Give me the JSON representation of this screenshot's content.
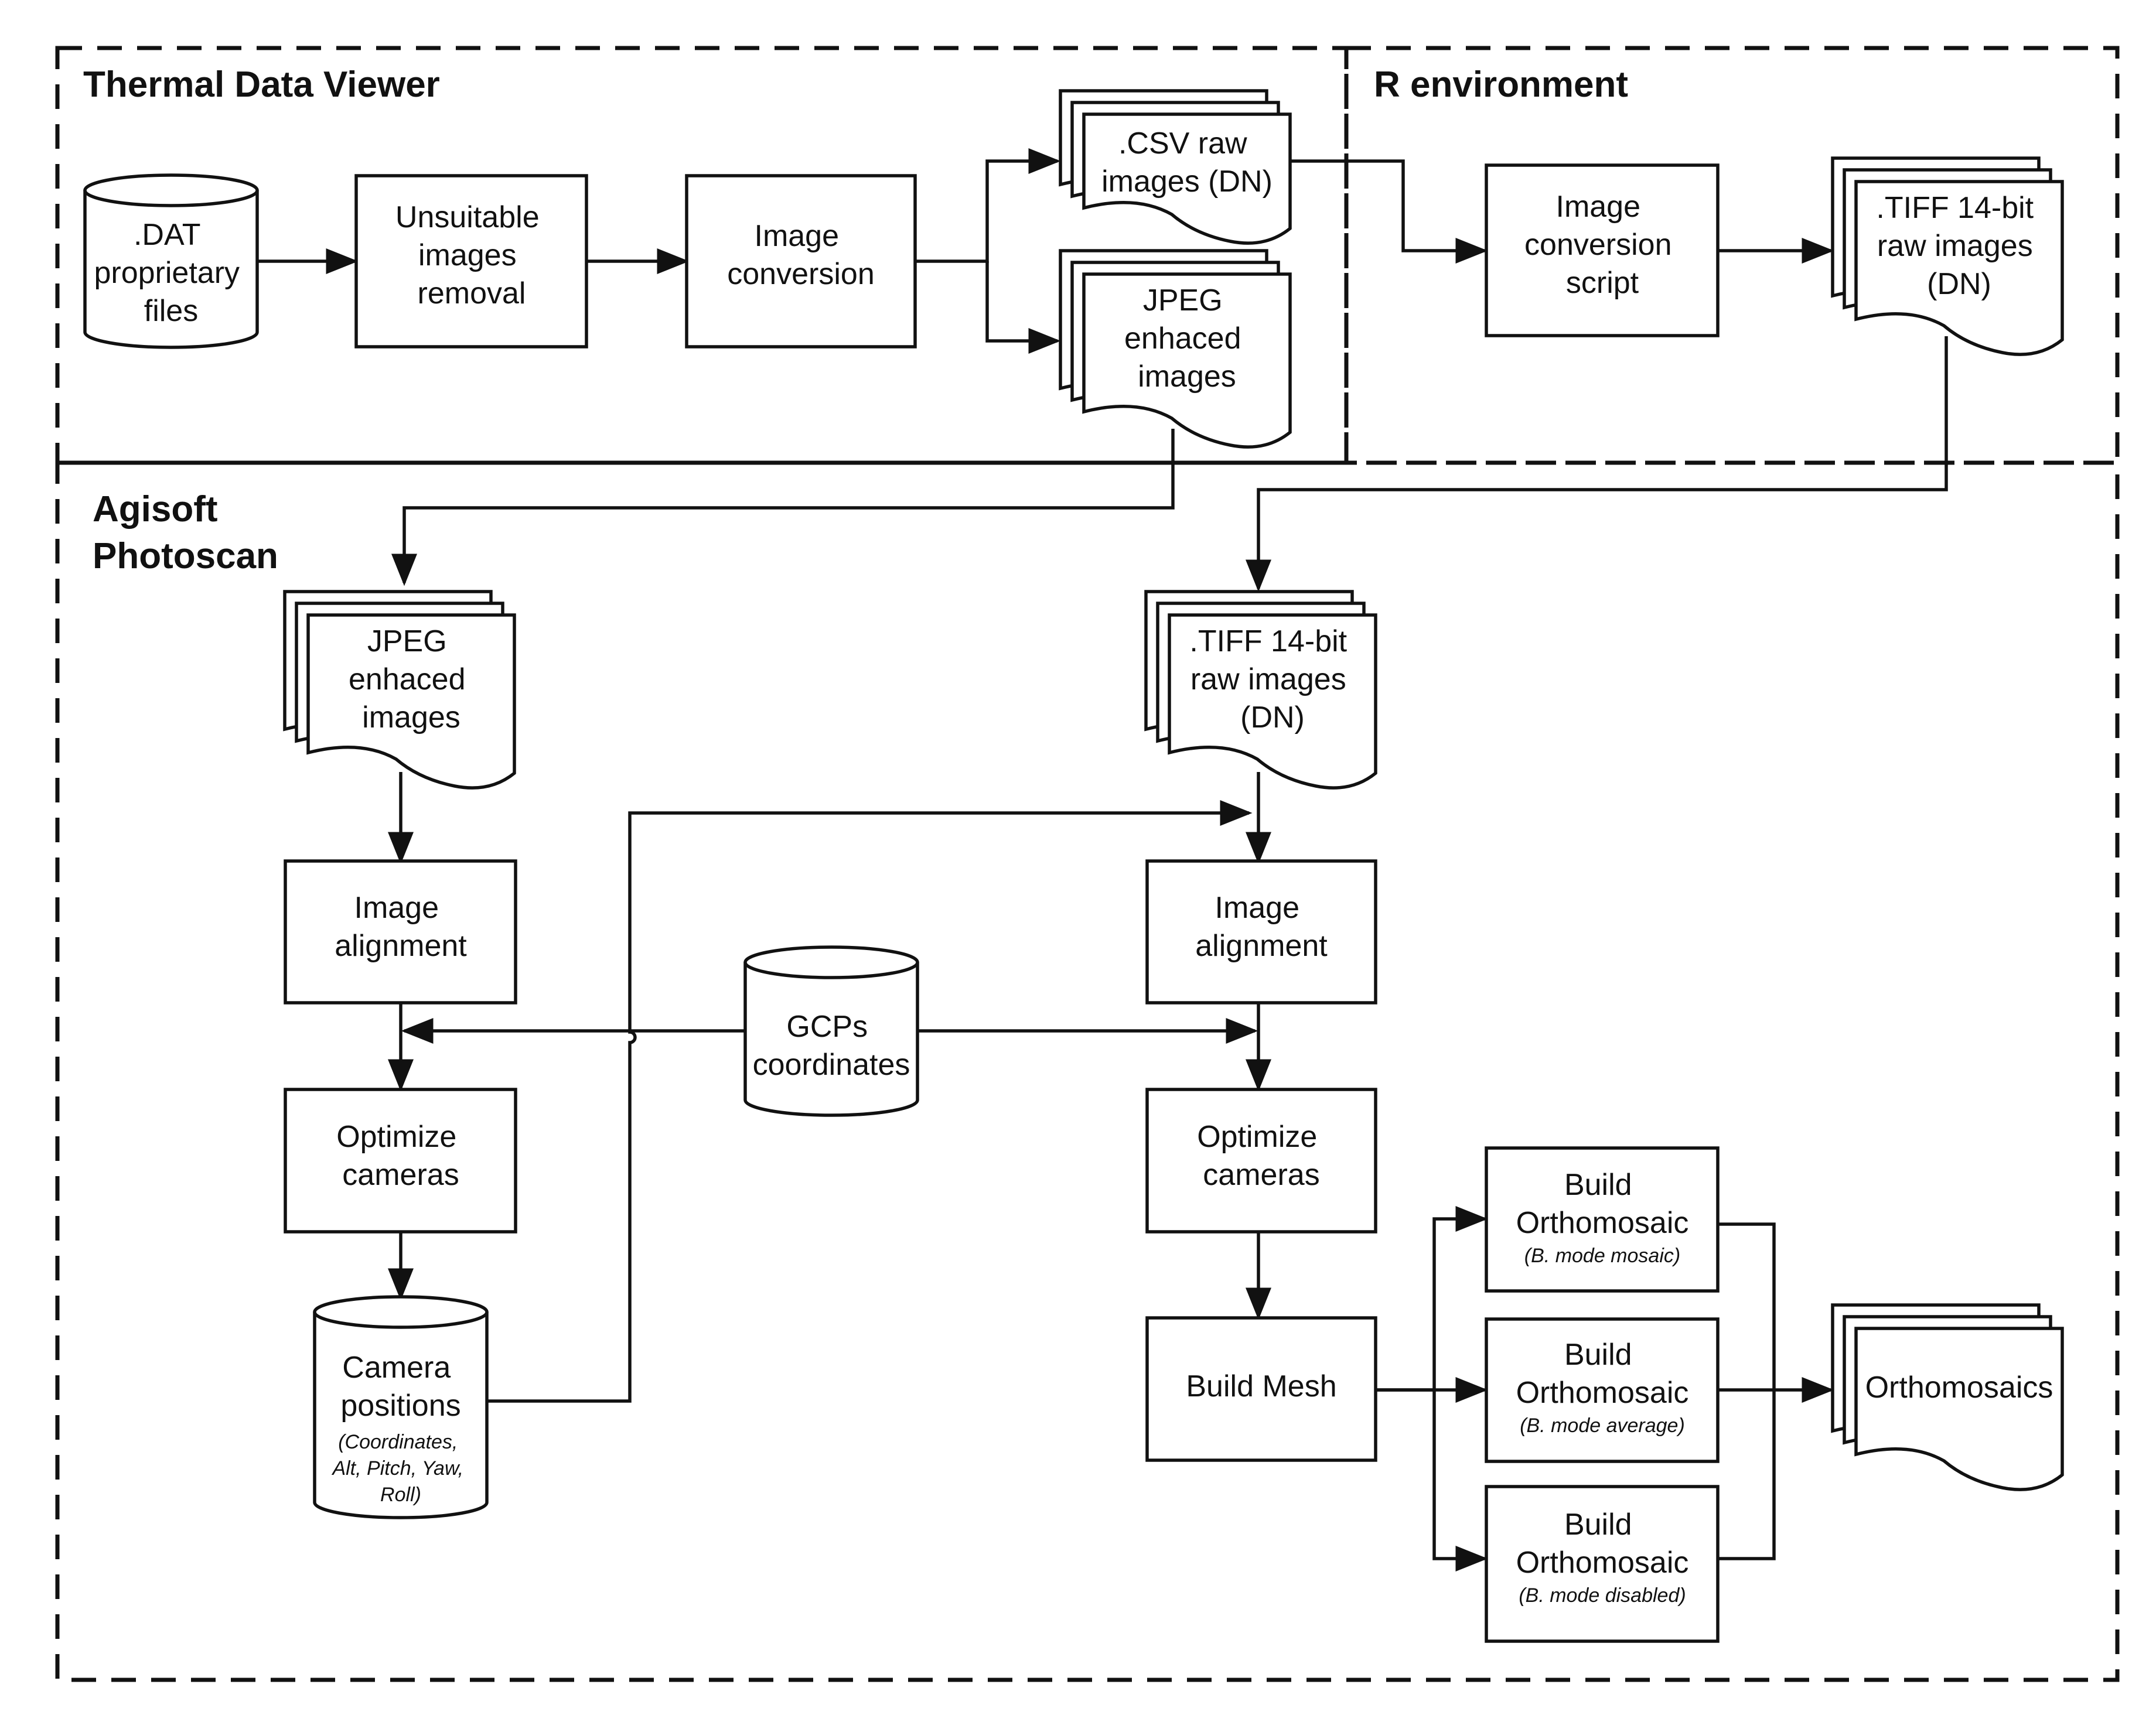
{
  "regions": {
    "thermal": "Thermal Data Viewer",
    "r_env": "R environment",
    "agisoft": [
      "Agisoft",
      "Photoscan"
    ]
  },
  "nodes": {
    "dat": [
      ".DAT",
      "proprietary",
      "files"
    ],
    "unsuitable": [
      "Unsuitable",
      "images",
      "removal"
    ],
    "conversion": [
      "Image",
      "conversion"
    ],
    "csv": [
      ".CSV raw",
      "images (DN)"
    ],
    "jpeg_top": [
      "JPEG",
      "enhaced",
      "images"
    ],
    "conv_script": [
      "Image",
      "conversion",
      "script"
    ],
    "tiff_top": [
      ".TIFF 14-bit",
      "raw images",
      "(DN)"
    ],
    "jpeg_left": [
      "JPEG",
      "enhaced",
      "images"
    ],
    "tiff_mid": [
      ".TIFF 14-bit",
      "raw images",
      "(DN)"
    ],
    "align_left": [
      "Image",
      "alignment"
    ],
    "align_right": [
      "Image",
      "alignment"
    ],
    "gcps": [
      "GCPs",
      "coordinates"
    ],
    "opt_left": [
      "Optimize",
      "cameras"
    ],
    "opt_right": [
      "Optimize",
      "cameras"
    ],
    "camera_pos": [
      "Camera",
      "positions"
    ],
    "camera_pos_note": [
      "(Coordinates,",
      "Alt, Pitch, Yaw,",
      "Roll)"
    ],
    "mesh": [
      "Build Mesh"
    ],
    "ortho1": [
      "Build",
      "Orthomosaic"
    ],
    "ortho1_note": "(B. mode mosaic)",
    "ortho2": [
      "Build",
      "Orthomosaic"
    ],
    "ortho2_note": "(B. mode average)",
    "ortho3": [
      "Build",
      "Orthomosaic"
    ],
    "ortho3_note": "(B. mode disabled)",
    "orthomosaics": [
      "Orthomosaics"
    ]
  }
}
